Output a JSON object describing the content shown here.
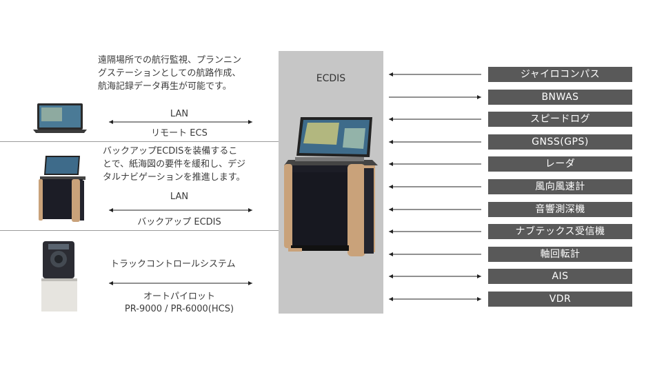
{
  "ecdis": {
    "label": "ECDIS"
  },
  "remote": {
    "description": [
      "遠隔場所での航行監視、プランニン",
      "グステーションとしての航路作成、",
      "航海記録データ再生が可能です。"
    ],
    "link_label": "LAN",
    "device_label": "リモート ECS"
  },
  "backup": {
    "description": [
      "バックアップECDISを装備するこ",
      "とで、紙海図の要件を緩和し、デジ",
      "タルナビゲーションを推進します。"
    ],
    "link_label": "LAN",
    "device_label": "バックアップ ECDIS"
  },
  "autopilot": {
    "title": "トラックコントロールシステム",
    "device_label": "オートパイロット",
    "model": "PR-9000 / PR-6000(HCS)"
  },
  "sensors": [
    {
      "label": "ジャイロコンパス",
      "direction": "in"
    },
    {
      "label": "BNWAS",
      "direction": "out"
    },
    {
      "label": "スピードログ",
      "direction": "in"
    },
    {
      "label": "GNSS(GPS)",
      "direction": "in"
    },
    {
      "label": "レーダ",
      "direction": "in"
    },
    {
      "label": "風向風速計",
      "direction": "in"
    },
    {
      "label": "音響測深機",
      "direction": "in"
    },
    {
      "label": "ナブテックス受信機",
      "direction": "in"
    },
    {
      "label": "軸回転計",
      "direction": "in"
    },
    {
      "label": "AIS",
      "direction": "both"
    },
    {
      "label": "VDR",
      "direction": "both"
    }
  ],
  "colors": {
    "panel": "#c6c6c6",
    "sensor_box": "#595959",
    "console_trim": "#c9a27a",
    "console_body": "#1c1d26"
  },
  "icons": {
    "laptop": "laptop-icon",
    "backup_console": "backup-ecdis-console-icon",
    "autopilot_console": "autopilot-console-icon",
    "main_console": "main-ecdis-console-icon"
  }
}
